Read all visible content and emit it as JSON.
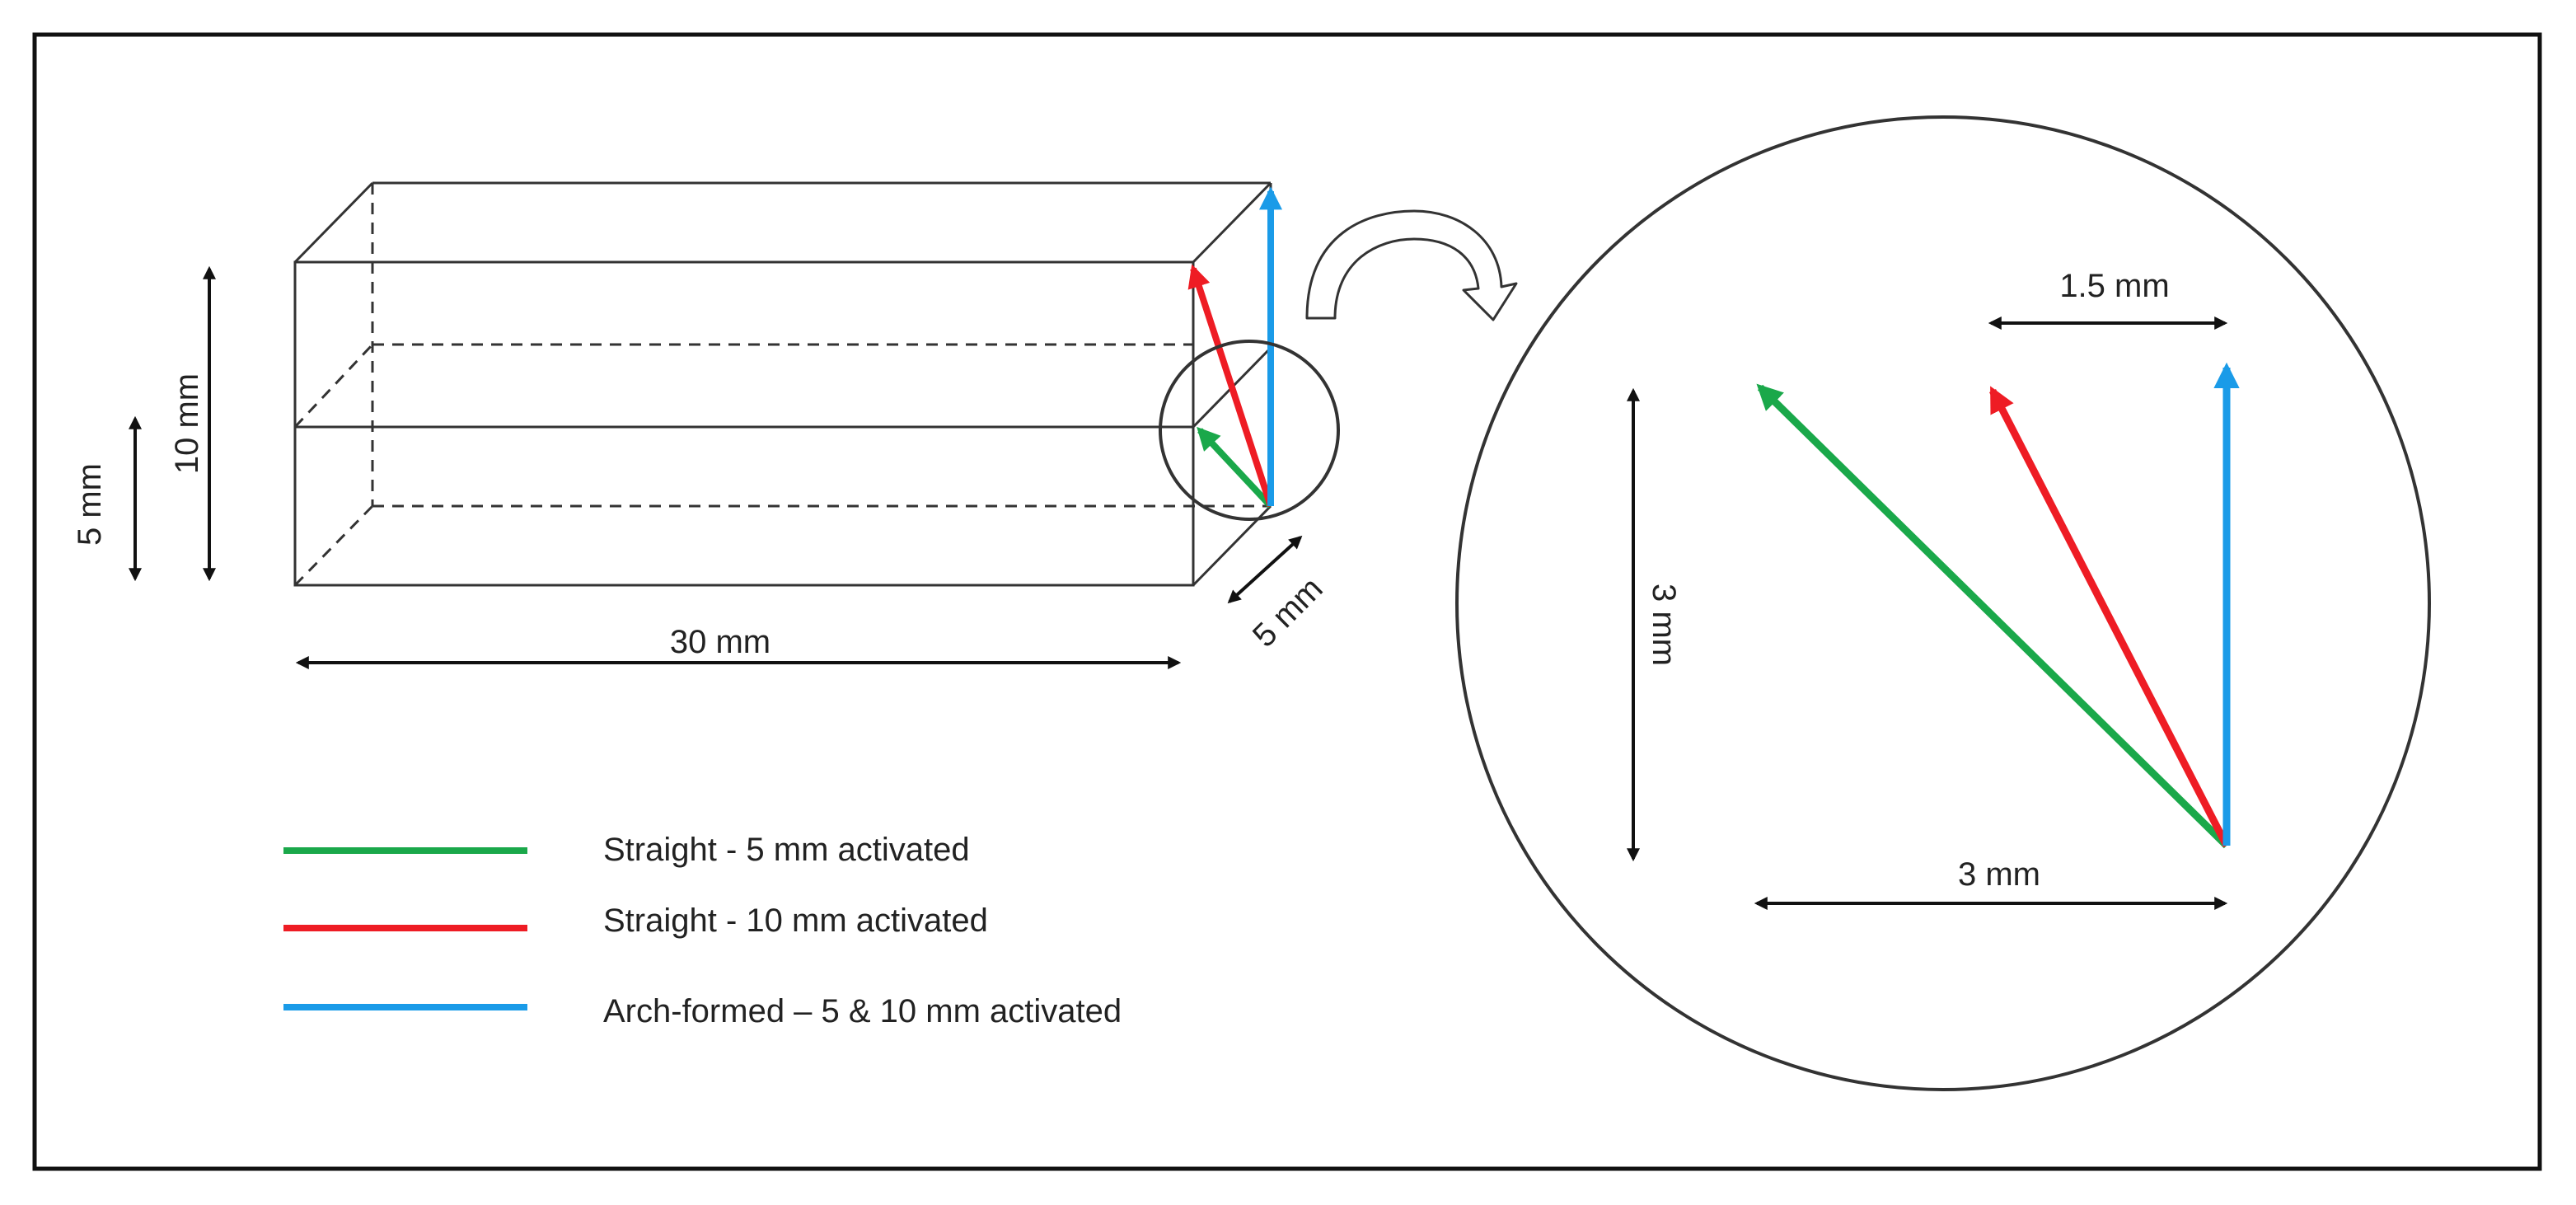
{
  "labels": {
    "length": "30 mm",
    "height_total": "10 mm",
    "height_half": "5 mm",
    "depth": "5 mm",
    "zoom_width": "3 mm",
    "zoom_height": "3 mm",
    "zoom_offset": "1.5 mm"
  },
  "legend": [
    {
      "label": "Straight - 5 mm activated",
      "color": "#1aa84a"
    },
    {
      "label": "Straight - 10 mm activated",
      "color": "#ee1c24"
    },
    {
      "label": "Arch-formed – 5 & 10 mm activated",
      "color": "#1a9be8"
    }
  ],
  "colors": {
    "green": "#1aa84a",
    "red": "#ee1c24",
    "blue": "#1a9be8",
    "line": "#333333"
  }
}
